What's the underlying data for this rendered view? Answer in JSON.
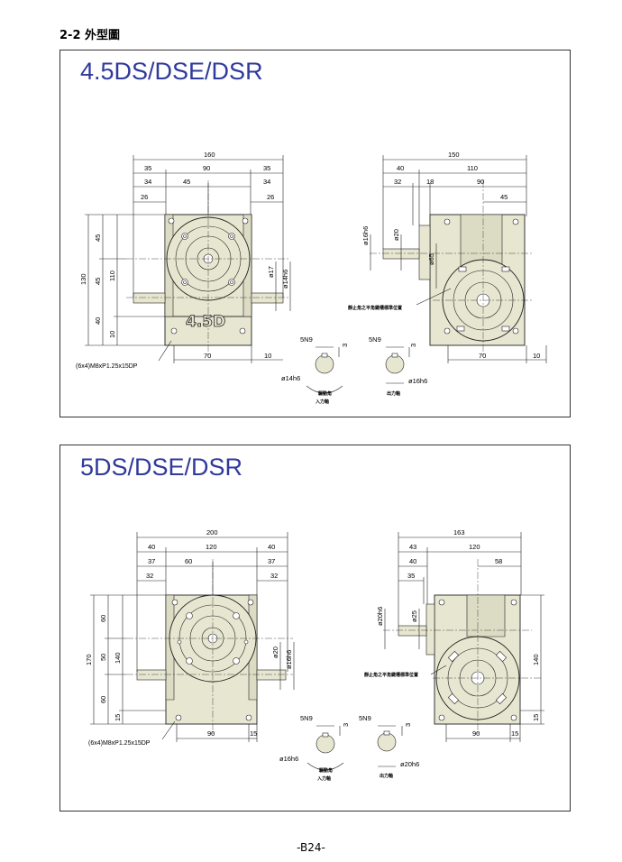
{
  "header": {
    "section_title": "2-2 外型圖"
  },
  "footer": {
    "page_number": "-B24-"
  },
  "colors": {
    "body_fill": "#e7e6d0",
    "title_blue": "#2f3a9c",
    "line": "#222222"
  },
  "panel1": {
    "title": "4.5DS/DSE/DSR",
    "body_marking": "4.5D",
    "front": {
      "top_dims": [
        "160",
        "35",
        "90",
        "35",
        "34",
        "45",
        "34",
        "26",
        "26"
      ],
      "left_dims": [
        "130",
        "45",
        "45",
        "110",
        "40",
        "10"
      ],
      "shaft_dims": [
        "ø17",
        "ø14h6"
      ],
      "bottom_dims": [
        "70",
        "10"
      ],
      "hole_note": "(6x4)M8xP1.25x15DP"
    },
    "side": {
      "top_dims": [
        "150",
        "40",
        "110",
        "32",
        "18",
        "90",
        "45"
      ],
      "shaft_dims": [
        "ø16h6",
        "ø20",
        "ø65"
      ],
      "bottom_dims": [
        "70",
        "10"
      ],
      "stop_note": "靜止角之平角鍵槽標準位置"
    },
    "keyways": [
      {
        "key": "5N9",
        "depth": "3",
        "dia": "ø14h6",
        "label_top": "驅動角",
        "label_bottom": "入力軸"
      },
      {
        "key": "5N9",
        "depth": "3",
        "dia": "ø16h6",
        "label_bottom": "出力軸"
      }
    ]
  },
  "panel2": {
    "title": "5DS/DSE/DSR",
    "front": {
      "top_dims": [
        "200",
        "40",
        "120",
        "40",
        "37",
        "60",
        "37",
        "32",
        "32"
      ],
      "left_dims": [
        "170",
        "60",
        "50",
        "140",
        "60",
        "15"
      ],
      "shaft_dims": [
        "ø20",
        "ø16h6"
      ],
      "bottom_dims": [
        "90",
        "15"
      ],
      "hole_note": "(6x4)M8xP1.25x15DP"
    },
    "side": {
      "top_dims": [
        "163",
        "43",
        "120",
        "40",
        "58",
        "35"
      ],
      "shaft_dims": [
        "ø20h6",
        "ø25"
      ],
      "right_dims": [
        "140",
        "15"
      ],
      "bottom_dims": [
        "90",
        "15"
      ],
      "stop_note": "靜止角之平角鍵槽標準位置"
    },
    "keyways": [
      {
        "key": "5N9",
        "depth": "3",
        "dia": "ø16h6",
        "label_top": "驅動角",
        "label_bottom": "入力軸"
      },
      {
        "key": "5N9",
        "depth": "3",
        "dia": "ø20h6",
        "label_bottom": "出力軸"
      }
    ]
  }
}
